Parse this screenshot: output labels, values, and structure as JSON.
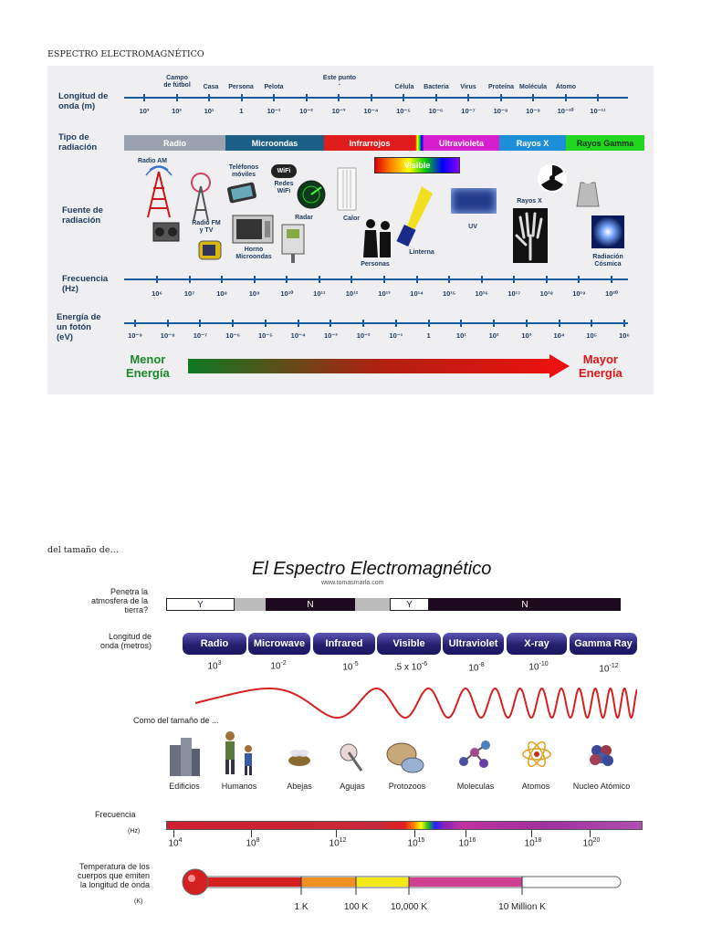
{
  "doc": {
    "title1": "ESPECTRO ELECTROMAGNÉTICO",
    "caption2": "del tamaño de…"
  },
  "panel1": {
    "row_labels": {
      "longitud": "Longitud de\nonda (m)",
      "tipo": "Tipo de\nradiación",
      "fuente": "Fuente de\nradiación",
      "frecuencia": "Frecuencia\n(Hz)",
      "energia": "Energía de\nun fotón\n(eV)"
    },
    "wavelength_objects": [
      "Campo\nde fútbol",
      "Casa",
      "Persona",
      "Pelota",
      "Este punto\n·",
      "Célula",
      "Bacteria",
      "Virus",
      "Proteína",
      "Molécula",
      "Átomo"
    ],
    "wavelength_ticks": [
      "10³",
      "10²",
      "10¹",
      "1",
      "10⁻¹",
      "10⁻²",
      "10⁻³",
      "10⁻⁴",
      "10⁻⁵",
      "10⁻⁶",
      "10⁻⁷",
      "10⁻⁸",
      "10⁻⁹",
      "10⁻¹⁰",
      "10⁻¹¹"
    ],
    "bands": [
      {
        "name": "Radio",
        "color": "#9aa3ad"
      },
      {
        "name": "Microondas",
        "color": "#1b5f86"
      },
      {
        "name": "Infrarrojos",
        "color": "#e11c1c"
      },
      {
        "name": "Ultravioleta",
        "color": "#d81fd0"
      },
      {
        "name": "Rayos X",
        "color": "#1d8fd8"
      },
      {
        "name": "Rayos Gamma",
        "color": "#22d622"
      }
    ],
    "visible_label": "Visible",
    "sources": {
      "radio_am": "Radio AM",
      "radio_fm": "Radio FM\ny TV",
      "telefonos": "Teléfonos\nmóviles",
      "wifi": "Redes\nWiFi",
      "wifi_logo": "WiFi",
      "horno": "Horno\nMicroondas",
      "radar": "Radar",
      "calor": "Calor",
      "personas": "Personas",
      "linterna": "Linterna",
      "uv": "UV",
      "rayosx": "Rayos X",
      "radiacion": "Radiación\nCósmica"
    },
    "frequency_ticks": [
      "10⁶",
      "10⁷",
      "10⁸",
      "10⁹",
      "10¹⁰",
      "10¹¹",
      "10¹²",
      "10¹³",
      "10¹⁴",
      "10¹⁵",
      "10¹⁶",
      "10¹⁷",
      "10¹⁸",
      "10¹⁹",
      "10²⁰"
    ],
    "energy_ticks": [
      "10⁻⁹",
      "10⁻⁸",
      "10⁻⁷",
      "10⁻⁶",
      "10⁻⁵",
      "10⁻⁴",
      "10⁻³",
      "10⁻²",
      "10⁻¹",
      "1",
      "10¹",
      "10²",
      "10³",
      "10⁴",
      "10⁵",
      "10⁶"
    ],
    "menor": "Menor\nEnergía",
    "mayor": "Mayor\nEnergía",
    "colors": {
      "menor": "#1a8a2a",
      "mayor": "#e01515",
      "axis": "#1a5a9a"
    }
  },
  "panel2": {
    "title": "El Espectro Electromagnético",
    "subtitle": "www.tomasmarla.com",
    "penetra_label": "Penetra la\natmosfera de la\ntierra?",
    "yn": [
      "Y",
      "N",
      "Y",
      "N"
    ],
    "longitud_label": "Longitud de\nonda (metros)",
    "bands": [
      "Radio",
      "Microwave",
      "Infrared",
      "Visible",
      "Ultraviolet",
      "X-ray",
      "Gamma Ray"
    ],
    "wavelengths": [
      {
        "base": "10",
        "exp": "3"
      },
      {
        "base": "10",
        "exp": "-2"
      },
      {
        "base": "10",
        "exp": "-5"
      },
      {
        "base": ".5 x 10",
        "exp": "-6"
      },
      {
        "base": "10",
        "exp": "-8"
      },
      {
        "base": "10",
        "exp": "-10"
      },
      {
        "base": "10",
        "exp": "-12"
      }
    ],
    "size_label": "Como del tamaño de ...",
    "sizes": [
      "Edificios",
      "Humanos",
      "Abejas",
      "Agujas",
      "Protozoos",
      "Moleculas",
      "Atomos",
      "Nucleo Atómico"
    ],
    "freq_label": "Frecuencia",
    "freq_unit": "(Hz)",
    "frequencies": [
      {
        "base": "10",
        "exp": "4"
      },
      {
        "base": "10",
        "exp": "8"
      },
      {
        "base": "10",
        "exp": "12"
      },
      {
        "base": "10",
        "exp": "15"
      },
      {
        "base": "10",
        "exp": "16"
      },
      {
        "base": "10",
        "exp": "18"
      },
      {
        "base": "10",
        "exp": "20"
      }
    ],
    "temp_label": "Temperatura de los\ncuerpos que emiten\nla longitud de onda",
    "temp_unit": "(K)",
    "temps": [
      "1 K",
      "100 K",
      "10,000 K",
      "10 Million K"
    ],
    "colors": {
      "wave": "#d42020",
      "pill": "#242070"
    }
  }
}
